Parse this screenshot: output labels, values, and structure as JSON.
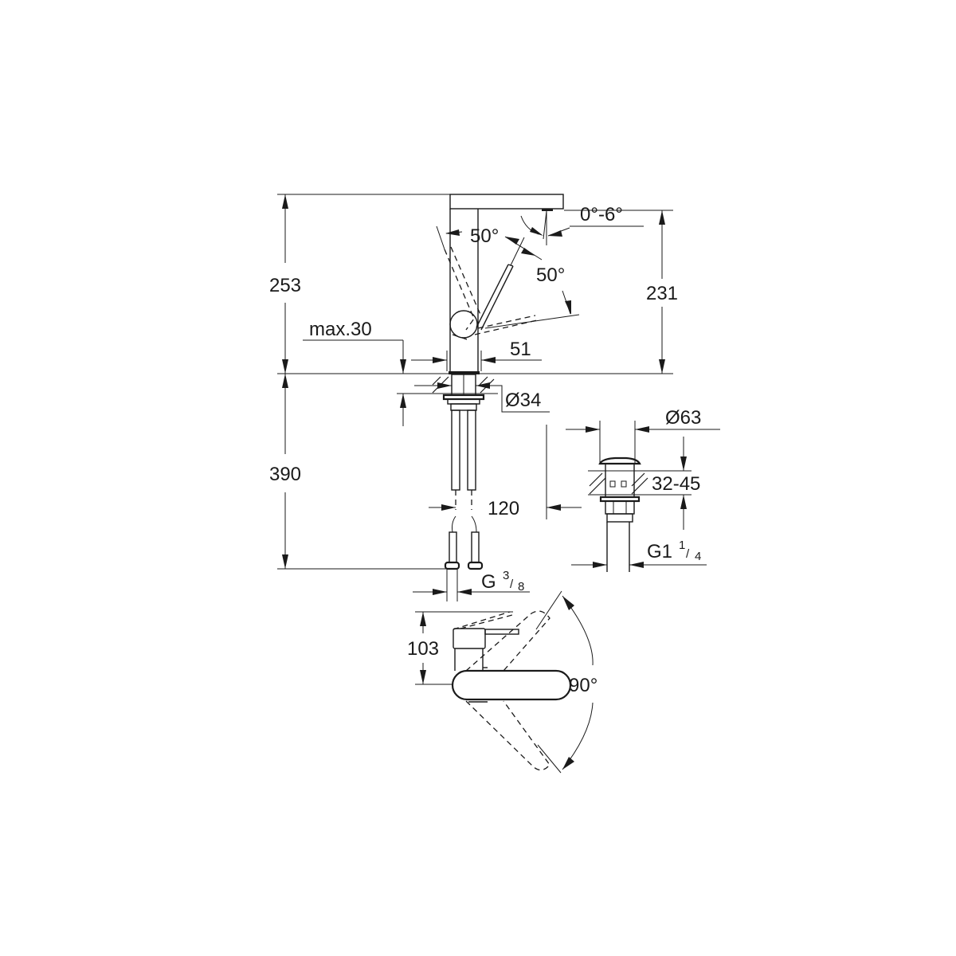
{
  "drawing": {
    "type": "technical-dimension-drawing",
    "subject": "single-lever basin mixer with pop-up waste",
    "line_color": "#1a1a1a",
    "background": "#ffffff"
  },
  "dimensions": {
    "total_height": "253",
    "spout_height": "231",
    "max_counter_thickness": "max.30",
    "body_width": "51",
    "shank_diameter": "Ø34",
    "below_counter_length": "390",
    "hose_spacing": "120",
    "hose_thread_g": "G",
    "hose_thread_num": "3",
    "hose_thread_den": "8",
    "waste_diameter": "Ø63",
    "waste_counter_range": "32-45",
    "waste_thread_g": "G1",
    "waste_thread_num": "1",
    "waste_thread_den": "4",
    "spout_depth": "103",
    "spout_swivel": "90°",
    "lever_angle_back": "50°",
    "lever_angle_front": "50°",
    "aerator_tilt": "0°-6°"
  }
}
